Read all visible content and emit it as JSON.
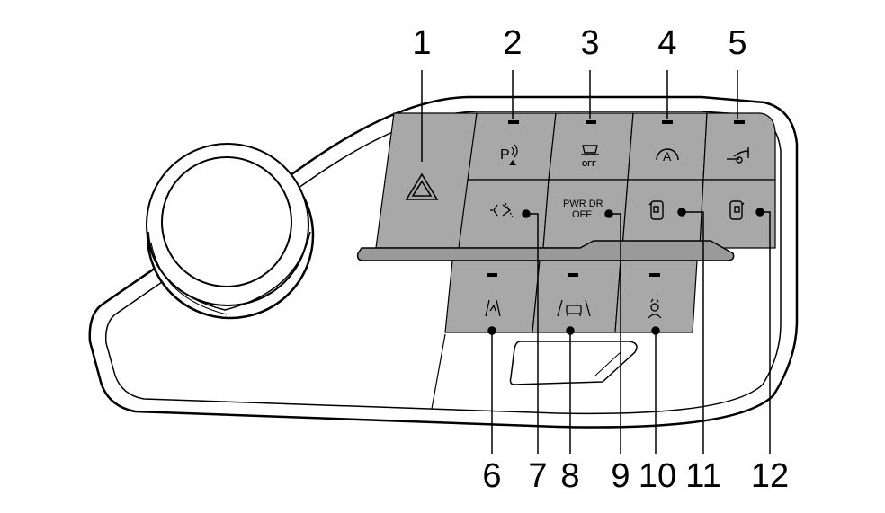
{
  "callouts": [
    {
      "id": "1",
      "label": "1"
    },
    {
      "id": "2",
      "label": "2"
    },
    {
      "id": "3",
      "label": "3"
    },
    {
      "id": "4",
      "label": "4"
    },
    {
      "id": "5",
      "label": "5"
    },
    {
      "id": "6",
      "label": "6"
    },
    {
      "id": "7",
      "label": "7"
    },
    {
      "id": "8",
      "label": "8"
    },
    {
      "id": "9",
      "label": "9"
    },
    {
      "id": "10",
      "label": "10"
    },
    {
      "id": "11",
      "label": "11"
    },
    {
      "id": "12",
      "label": "12"
    }
  ],
  "buttons": {
    "power_door_line1": "PWR DR",
    "power_door_line2": "OFF",
    "off_badge": "OFF",
    "auto_hold_letter": "A"
  },
  "colors": {
    "button_fill": "#a8a8a8",
    "panel_fill": "#ffffff",
    "outline": "#000000",
    "ledge_fill": "#9a9a9a"
  },
  "icons": [
    "hazard-icon",
    "parking-sensor-icon",
    "traction-off-icon",
    "auto-hold-icon",
    "suspension-height-icon",
    "lane-assist-icon",
    "lane-keep-icon",
    "driver-monitor-icon",
    "power-door-icon",
    "rear-door-left-icon",
    "rear-door-right-icon"
  ]
}
